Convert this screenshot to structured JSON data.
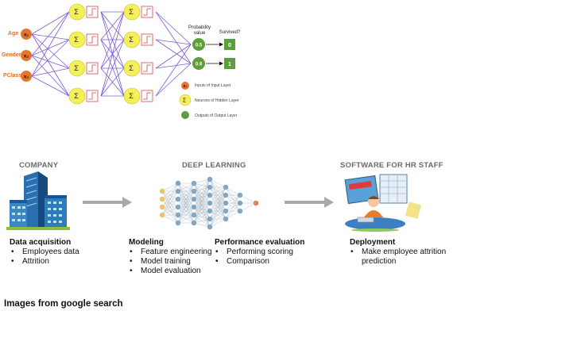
{
  "nn_diagram": {
    "input_labels": [
      "Age",
      "Gender",
      "PClass"
    ],
    "input_symbols": [
      "x₁",
      "x₂",
      "x₃"
    ],
    "output_header_probability": "Probability value",
    "output_header_survived": "Survived?",
    "output_probabilities": [
      "0.5",
      "0.9"
    ],
    "output_results": [
      "0",
      "1"
    ],
    "legend": [
      {
        "symbol": "x₁",
        "text": "Inputs of Input Layer"
      },
      {
        "symbol": "Σ",
        "text": "Neurons of Hidden Layer"
      },
      {
        "symbol": "",
        "text": "Outputs of Output Layer"
      }
    ],
    "colors": {
      "input": "#e8742a",
      "hidden": "#f5f05a",
      "output": "#5c9e3a",
      "edge": "#7c5cd6"
    }
  },
  "pipeline": {
    "company": {
      "title": "COMPANY",
      "heading": "Data acquisition",
      "items": [
        "Employees data",
        "Attrition"
      ]
    },
    "deep_learning": {
      "title": "DEEP LEARNING",
      "modeling_heading": "Modeling",
      "modeling_items": [
        "Feature engineering",
        "Model training",
        "Model evaluation"
      ],
      "performance_heading": "Performance evaluation",
      "performance_items": [
        "Performing scoring",
        "Comparison"
      ]
    },
    "software": {
      "title": "SOFTWARE FOR HR STAFF",
      "heading": "Deployment",
      "items": [
        "Make employee attrition prediction"
      ]
    }
  },
  "footer": "Images from google search"
}
